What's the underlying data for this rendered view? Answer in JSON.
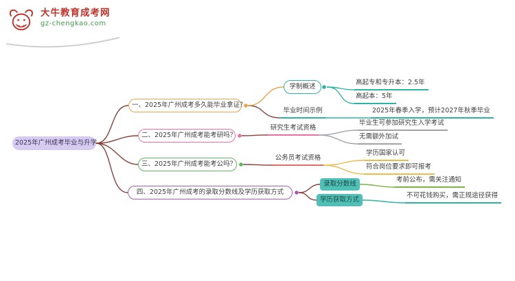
{
  "logo": {
    "title": "大牛教育成考网",
    "domain": "gz-chengkao.com"
  },
  "colors": {
    "brand_red": "#c43127",
    "brand_green": "#3a9a48",
    "root_fill": "#d8cbf2",
    "branch1_orange": "#f0a24b",
    "branch2_pink": "#ee6fa4",
    "branch3_green": "#5fb760",
    "branch4_purple": "#a85cb8",
    "teal": "#2bb5a0",
    "gray": "#9fa3a8",
    "yellow": "#e8bb4a",
    "leaf_green": "#7cb342",
    "red": "#e26d6d",
    "connector_maroon": "#8a4038"
  },
  "mindmap": {
    "root": {
      "label": "2025年广州成考毕业与升学"
    },
    "branches": [
      {
        "label": "一、2025年广州成考多久能毕业拿证？",
        "children": [
          {
            "label": "学制概述",
            "children": [
              {
                "label": "高起专和专升本：2.5年"
              },
              {
                "label": "高起本：5年"
              }
            ]
          },
          {
            "label": "毕业时间示例",
            "children": [
              {
                "label": "2025年春季入学，预计2027年秋季毕业"
              }
            ]
          }
        ]
      },
      {
        "label": "二、2025年广州成考能考研吗？",
        "children": [
          {
            "label": "研究生考试资格",
            "children": [
              {
                "label": "毕业生可参加研究生入学考试"
              },
              {
                "label": "无需额外加试"
              }
            ]
          }
        ]
      },
      {
        "label": "三、2025年广州成考能考公吗？",
        "children": [
          {
            "label": "公务员考试资格",
            "children": [
              {
                "label": "学历国家认可"
              },
              {
                "label": "符合岗位要求即可报考"
              }
            ]
          }
        ]
      },
      {
        "label": "四、2025年广州成考的录取分数线及学历获取方式",
        "children": [
          {
            "label": "录取分数线",
            "children": [
              {
                "label": "考前公布，需关注通知"
              }
            ]
          },
          {
            "label": "学历获取方式",
            "children": [
              {
                "label": "不可花钱购买，需正规途径获得"
              }
            ]
          }
        ]
      }
    ]
  }
}
